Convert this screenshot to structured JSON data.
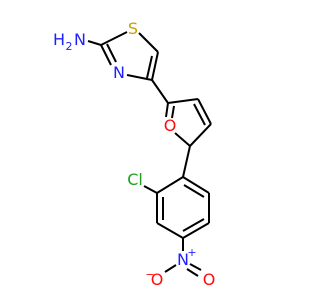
{
  "molecule": {
    "colors": {
      "bond": "#000000",
      "sulfur": "#C8A000",
      "nitrogen": "#2020FF",
      "oxygen": "#FF0D0D",
      "chlorine": "#1FA01F"
    },
    "atoms": {
      "sulfur": "S",
      "thiazole_nitrogen": "N",
      "amine": {
        "element": "H",
        "subscript": "2",
        "tail": "N"
      },
      "furan_oxygen": "O",
      "chlorine": "Cl",
      "nitro_nitrogen": "N",
      "nitro_nitrogen_charge": "+",
      "nitro_oxygen_left": "O",
      "nitro_oxygen_left_charge": "−",
      "nitro_oxygen_right": "O"
    }
  }
}
